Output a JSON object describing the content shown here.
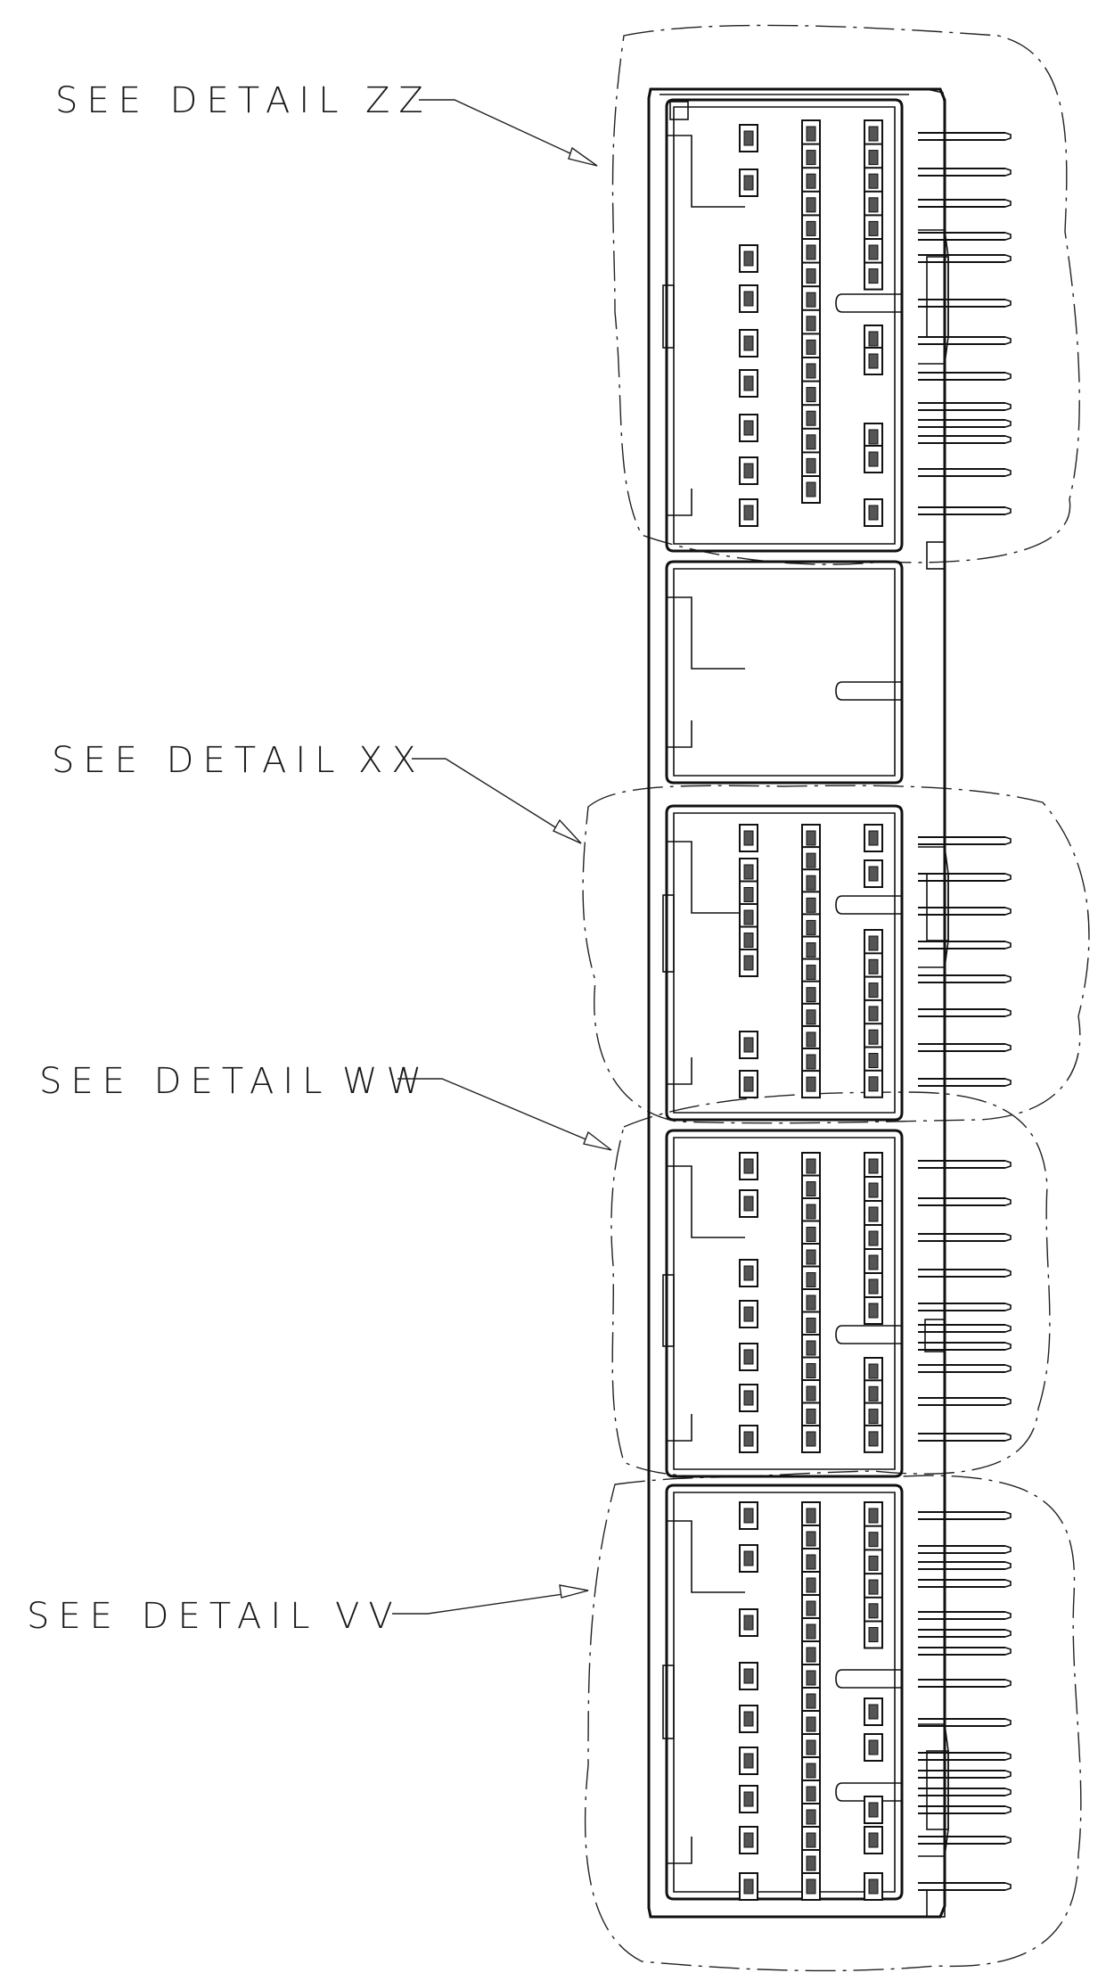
{
  "details": [
    {
      "id": "zz",
      "text": "SEE DETAIL",
      "letters": "ZZ"
    },
    {
      "id": "xx",
      "text": "SEE DETAIL",
      "letters": "XX"
    },
    {
      "id": "ww",
      "text": "SEE DETAIL",
      "letters": "WW"
    },
    {
      "id": "vv",
      "text": "SEE DETAIL",
      "letters": "VV"
    }
  ]
}
